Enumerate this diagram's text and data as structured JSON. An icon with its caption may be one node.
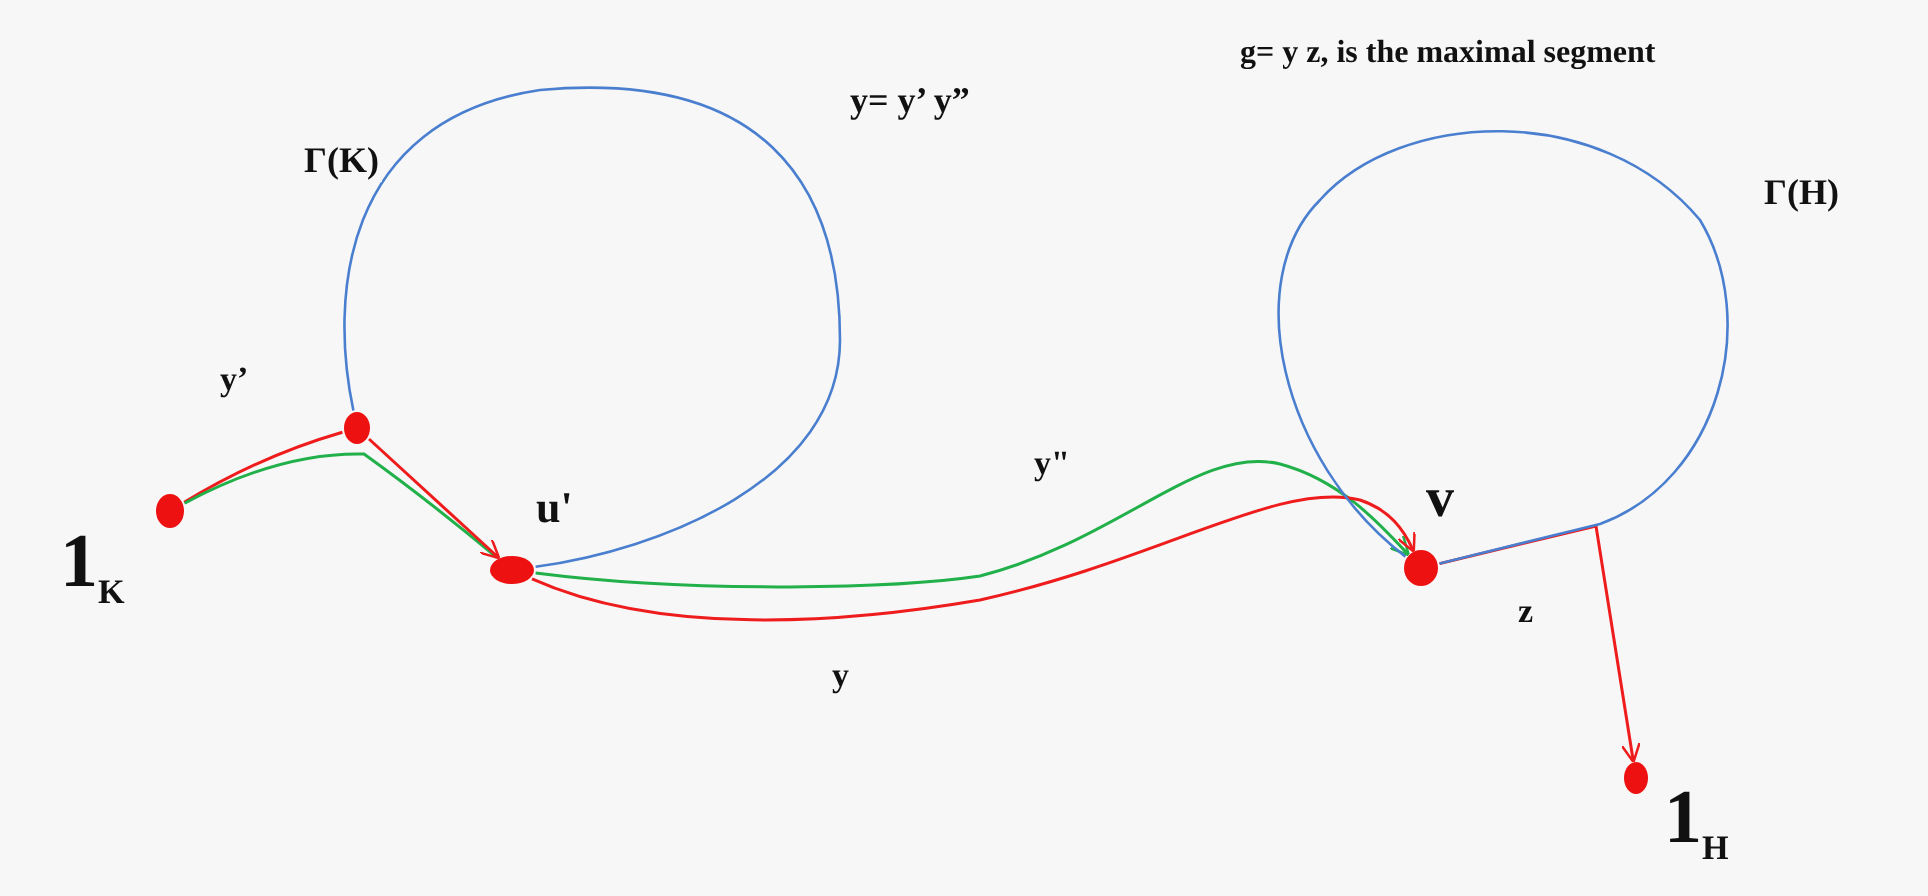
{
  "diagram": {
    "nodes": [
      {
        "text": [],
        "shape": "circle",
        "beside": [
          "1$_{K}$"
        ]
      },
      {
        "text": [],
        "shape": "circle"
      },
      {
        "text": [],
        "shape": "circle",
        "beside": [
          "u'"
        ]
      },
      {
        "text": [],
        "shape": "circle",
        "beside": [
          "v"
        ]
      },
      {
        "text": [],
        "shape": "circle",
        "beside": [
          "1$_{H}$"
        ]
      }
    ],
    "edges": [
      {
        "from": 0,
        "to": 1,
        "arrow": "none",
        "color": "#ee1c1c",
        "label": "y’"
      },
      {
        "from": 0,
        "to": 2,
        "arrow": "none",
        "color": "#22b04a"
      },
      {
        "from": 1,
        "to": 2,
        "arrow": "to",
        "color": "#ee1c1c"
      },
      {
        "from": 2,
        "to": 3,
        "arrow": "to",
        "color": "#22b04a",
        "label": "y\""
      },
      {
        "from": 2,
        "to": 3,
        "arrow": "to",
        "color": "#ee1c1c",
        "label": "y"
      },
      {
        "from": 3,
        "to": 4,
        "arrow": "to",
        "color": "#ee1c1c",
        "label": "z"
      },
      {
        "from": 1,
        "to": 2,
        "arrow": "none",
        "color": "#4a7fd0",
        "label": "Γ(K)"
      },
      {
        "from": 3,
        "to": 3,
        "arrow": "none",
        "color": "#4a7fd0",
        "label": "Γ(H)"
      }
    ],
    "labels": [
      "g= y z, is the maximal segment",
      "y= y’ y”"
    ]
  }
}
